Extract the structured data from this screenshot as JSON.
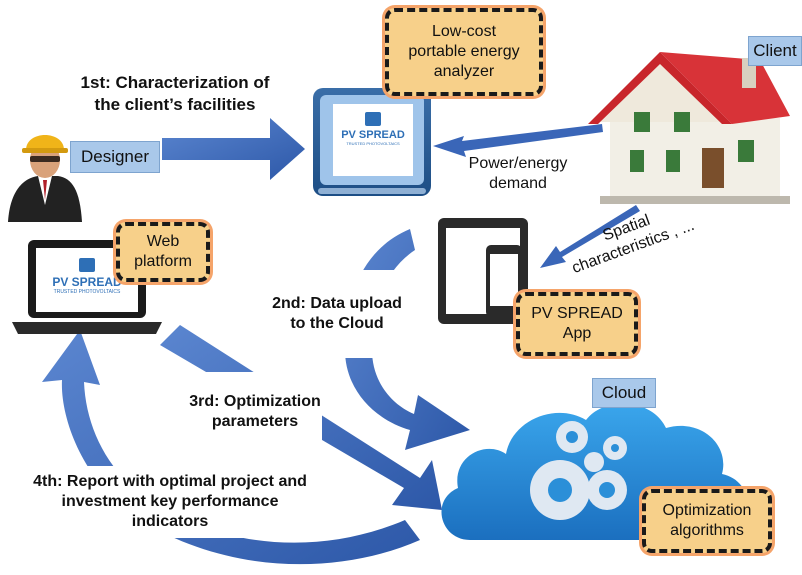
{
  "colors": {
    "arrow": "#3a66b8",
    "label_box": "#f7d08a",
    "role_tag": "#a9c8ea",
    "cloud": "#2b8fd8"
  },
  "icons": [
    "designer-icon",
    "monitor-icon",
    "house-icon",
    "laptop-icon",
    "tablet-phone-icon",
    "cloud-gears-icon"
  ],
  "steps": {
    "step1": "1st: Characterization of the client’s facilities",
    "step2": "2nd: Data upload to the Cloud",
    "step3": "3rd: Optimization parameters",
    "step4": "4th: Report with optimal project and investment key performance indicators"
  },
  "roles": {
    "designer": "Designer",
    "client": "Client",
    "cloud": "Cloud"
  },
  "boxes": {
    "analyzer": "Low-cost portable energy analyzer",
    "web": "Web platform",
    "app": "PV SPREAD App",
    "optimization": "Optimization algorithms"
  },
  "annotations": {
    "power_demand": "Power/energy demand",
    "spatial": "Spatial characteristics , ..."
  },
  "logo": {
    "text": "PV SPREAD",
    "subtitle": "TRUSTED PHOTOVOLTAICS"
  }
}
